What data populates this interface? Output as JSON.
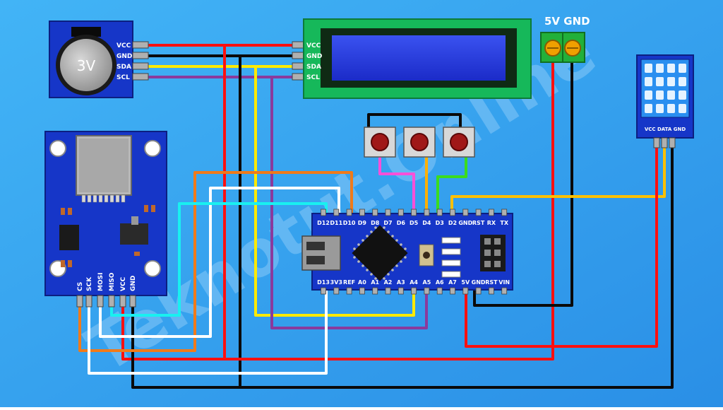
{
  "watermark": "Teknotut.Online",
  "rtc": {
    "battery": "3V",
    "pins": [
      "VCC",
      "GND",
      "SDA",
      "SCL"
    ]
  },
  "lcd": {
    "pins": [
      "VCC",
      "GND",
      "SDA",
      "SCL"
    ]
  },
  "power": {
    "label": "5V GND"
  },
  "dht": {
    "pins_label": "VCC DATA GND"
  },
  "sd": {
    "pins": [
      "CS",
      "SCK",
      "MOSI",
      "MISO",
      "VCC",
      "GND"
    ]
  },
  "nano": {
    "top_pins": [
      "D12",
      "D11",
      "D10",
      "D9",
      "D8",
      "D7",
      "D6",
      "D5",
      "D4",
      "D3",
      "D2",
      "GND",
      "RST",
      "RX",
      "TX"
    ],
    "bottom_pins": [
      "D13",
      "3V3",
      "REF",
      "A0",
      "A1",
      "A2",
      "A3",
      "A4",
      "A5",
      "A6",
      "A7",
      "5V",
      "GND",
      "RST",
      "VIN"
    ]
  },
  "colors": {
    "background": "#2f9ff0",
    "board_blue": "#1636c8",
    "lcd_green": "#16b85a",
    "wire_red": "#ff1010",
    "wire_black": "#0a0a0a",
    "wire_yellow": "#ffea00",
    "wire_purple": "#8a3a9c",
    "wire_cyan": "#19f0f0",
    "wire_white": "#ffffff",
    "wire_orange": "#f07a1a",
    "wire_pink": "#ff4fd8",
    "wire_green": "#3bdc1e",
    "wire_gold": "#ffc000"
  }
}
